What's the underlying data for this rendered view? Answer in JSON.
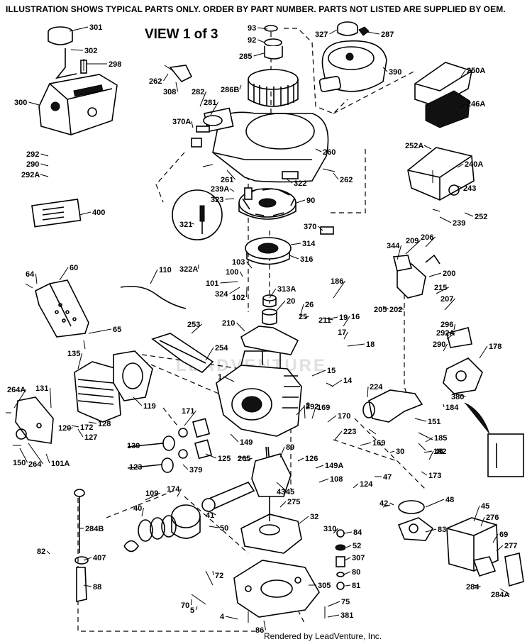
{
  "header": "ILLUSTRATION SHOWS TYPICAL PARTS ONLY. ORDER BY PART NUMBER. PARTS NOT LISTED ARE SUPPLIED BY OEM.",
  "view_title": "VIEW 1 of 3",
  "credit": "Rendered by LeadVenture, Inc.",
  "watermark": "LEADVENTURE",
  "callouts": [
    "301",
    "302",
    "298",
    "300",
    "93",
    "92",
    "285",
    "327",
    "287",
    "390",
    "250A",
    "246A",
    "262",
    "308",
    "286B",
    "282",
    "281",
    "370A",
    "260",
    "292",
    "290",
    "292A",
    "252A",
    "240A",
    "261",
    "262",
    "239A",
    "322",
    "323",
    "90",
    "243",
    "239",
    "252",
    "400",
    "321",
    "370",
    "314",
    "316",
    "344",
    "209",
    "206",
    "322A",
    "103",
    "100",
    "101",
    "324",
    "102",
    "110",
    "200",
    "64",
    "60",
    "313A",
    "20",
    "186",
    "26",
    "215",
    "205",
    "202",
    "210",
    "211",
    "25",
    "19",
    "207",
    "16",
    "296",
    "65",
    "17",
    "18",
    "292A",
    "290",
    "178",
    "253",
    "254",
    "135",
    "15",
    "14",
    "1",
    "292",
    "131",
    "264A",
    "119",
    "224",
    "380",
    "184",
    "2",
    "169",
    "170",
    "171",
    "149",
    "151",
    "185",
    "223",
    "169",
    "172",
    "127",
    "128",
    "120",
    "130",
    "125",
    "150",
    "264",
    "101A",
    "265",
    "89",
    "30",
    "182",
    "123",
    "379",
    "126",
    "149A",
    "108",
    "47",
    "46",
    "173",
    "124",
    "174",
    "43",
    "45",
    "109",
    "40",
    "42",
    "48",
    "50",
    "41",
    "45",
    "275",
    "276",
    "32",
    "69",
    "277",
    "284B",
    "310",
    "84",
    "83",
    "52",
    "82",
    "407",
    "307",
    "80",
    "88",
    "81",
    "284",
    "284A",
    "72",
    "305",
    "70",
    "5",
    "4",
    "86",
    "75",
    "381",
    "382"
  ]
}
